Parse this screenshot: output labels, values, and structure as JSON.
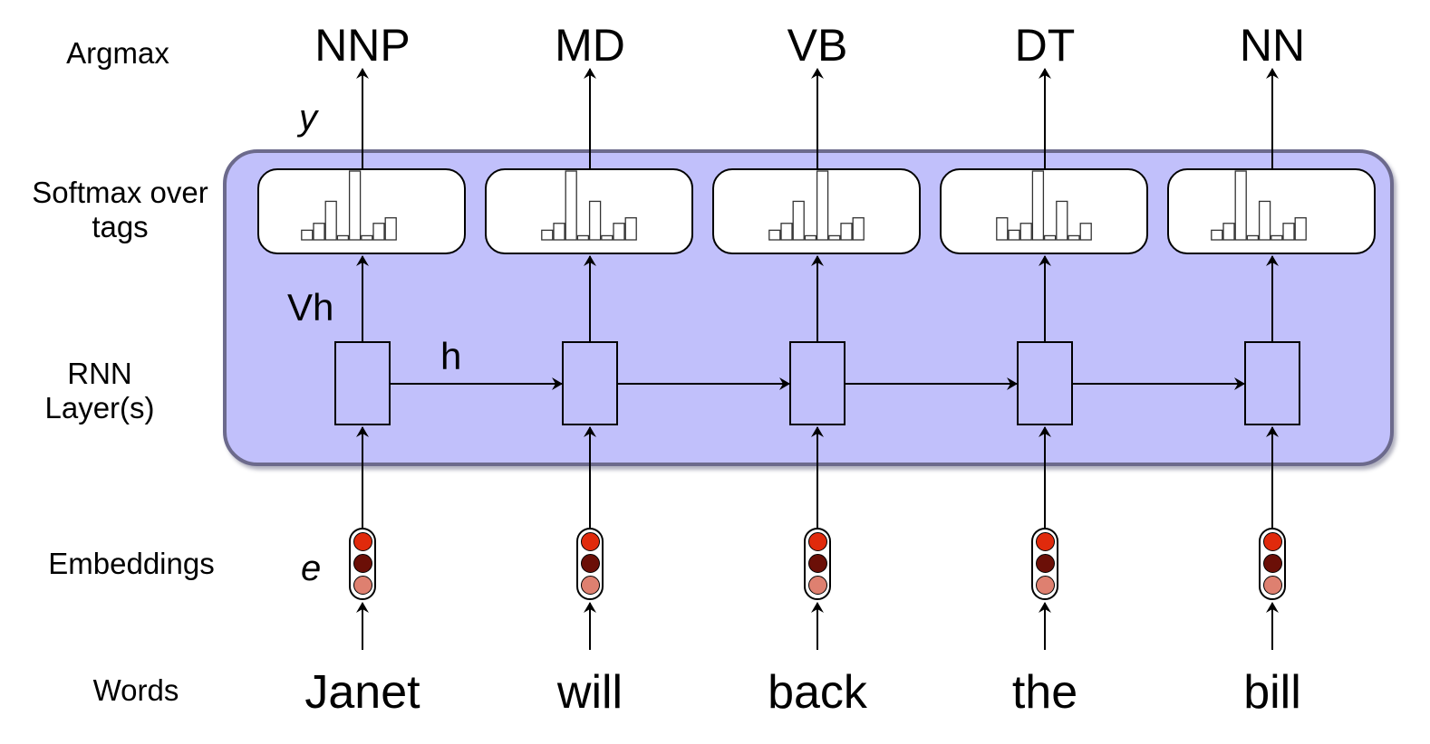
{
  "row_labels": {
    "argmax": "Argmax",
    "softmax_line1": "Softmax over",
    "softmax_line2": "tags",
    "rnn_line1": "RNN",
    "rnn_line2": "Layer(s)",
    "embeddings": "Embeddings",
    "words": "Words"
  },
  "variable_labels": {
    "y": "y",
    "vh": "Vh",
    "h": "h",
    "e": "e"
  },
  "tokens": [
    {
      "word": "Janet",
      "tag": "NNP",
      "softmax": [
        0.14,
        0.24,
        0.56,
        0.06,
        1.0,
        0.06,
        0.24,
        0.32
      ]
    },
    {
      "word": "will",
      "tag": "MD",
      "softmax": [
        0.14,
        0.24,
        1.0,
        0.06,
        0.56,
        0.06,
        0.24,
        0.32
      ]
    },
    {
      "word": "back",
      "tag": "VB",
      "softmax": [
        0.14,
        0.24,
        0.56,
        0.06,
        1.0,
        0.06,
        0.24,
        0.32
      ]
    },
    {
      "word": "the",
      "tag": "DT",
      "softmax": [
        0.32,
        0.14,
        0.24,
        1.0,
        0.06,
        0.56,
        0.06,
        0.24
      ]
    },
    {
      "word": "bill",
      "tag": "NN",
      "softmax": [
        0.14,
        0.24,
        1.0,
        0.06,
        0.56,
        0.06,
        0.24,
        0.32
      ]
    }
  ],
  "colors": {
    "panel_fill": "#c1c0fb",
    "panel_border": "#6c6a8c",
    "embedding_dot_1": "#e02a0c",
    "embedding_dot_2": "#6b0f07",
    "embedding_dot_3": "#de8070"
  }
}
